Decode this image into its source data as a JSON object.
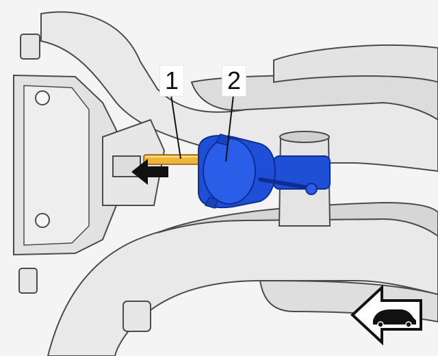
{
  "figure": {
    "callouts": [
      {
        "id": "1",
        "text": "1",
        "part": "rod"
      },
      {
        "id": "2",
        "text": "2",
        "part": "vacuum-actuator"
      }
    ],
    "direction_arrow": {
      "meaning": "front-of-vehicle",
      "icon": "car-icon"
    },
    "motion_arrow": {
      "direction": "left"
    }
  },
  "colors": {
    "background": "#ffffff",
    "pipe": "#e9e9e9",
    "pipe_shade": "#c9c9c9",
    "outline": "#4a4a4a",
    "actuator": "#1f4fd6",
    "actuator_dark": "#0d2d92",
    "rod": "#f0b43a",
    "arrow": "#111111"
  }
}
